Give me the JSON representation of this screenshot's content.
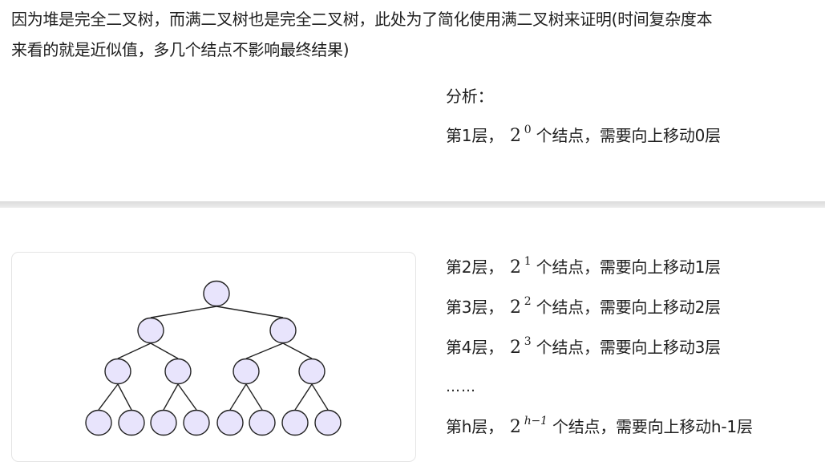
{
  "paragraph": {
    "line1": "因为堆是完全二叉树，而满二叉树也是完全二叉树，此处为了简化使用满二叉树来证明(时间复杂度本",
    "line2": "来看的就是近似值，多几个结点不影响最终结果)"
  },
  "analysis": {
    "title": "分析：",
    "rows": [
      {
        "prefix": "第1层，",
        "base": "2",
        "exp": "0",
        "suffix": "个结点，需要向上移动0层"
      },
      {
        "prefix": "第2层，",
        "base": "2",
        "exp": "1",
        "suffix": "个结点，需要向上移动1层"
      },
      {
        "prefix": "第3层，",
        "base": "2",
        "exp": "2",
        "suffix": "个结点，需要向上移动2层"
      },
      {
        "prefix": "第4层，",
        "base": "2",
        "exp": "3",
        "suffix": "个结点，需要向上移动3层"
      },
      {
        "prefix": "第h层，",
        "base": "2",
        "exp": "h−1",
        "suffix": "个结点，需要向上移动h-1层"
      }
    ],
    "ellipsis": "……"
  },
  "diagram": {
    "description": "full binary tree with 4 levels (1, 2, 4, 8 nodes)",
    "node_fill": "#e8e4fc",
    "node_stroke": "#222222",
    "levels": [
      1,
      2,
      4,
      8
    ]
  }
}
